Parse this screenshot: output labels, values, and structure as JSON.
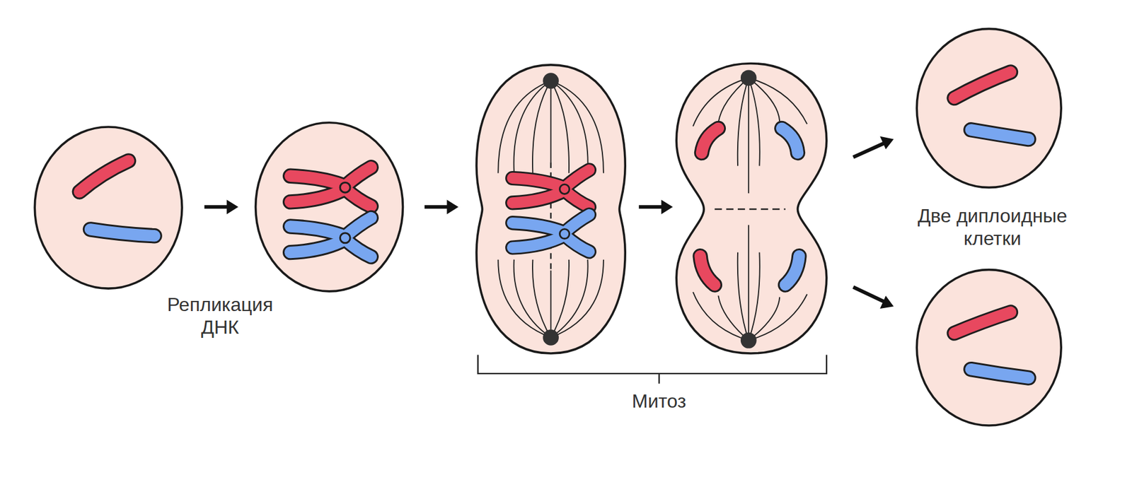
{
  "diagram": {
    "labels": [
      "Репликация ДНК",
      "Митоз",
      "Две диплоидные клетки"
    ]
  }
}
